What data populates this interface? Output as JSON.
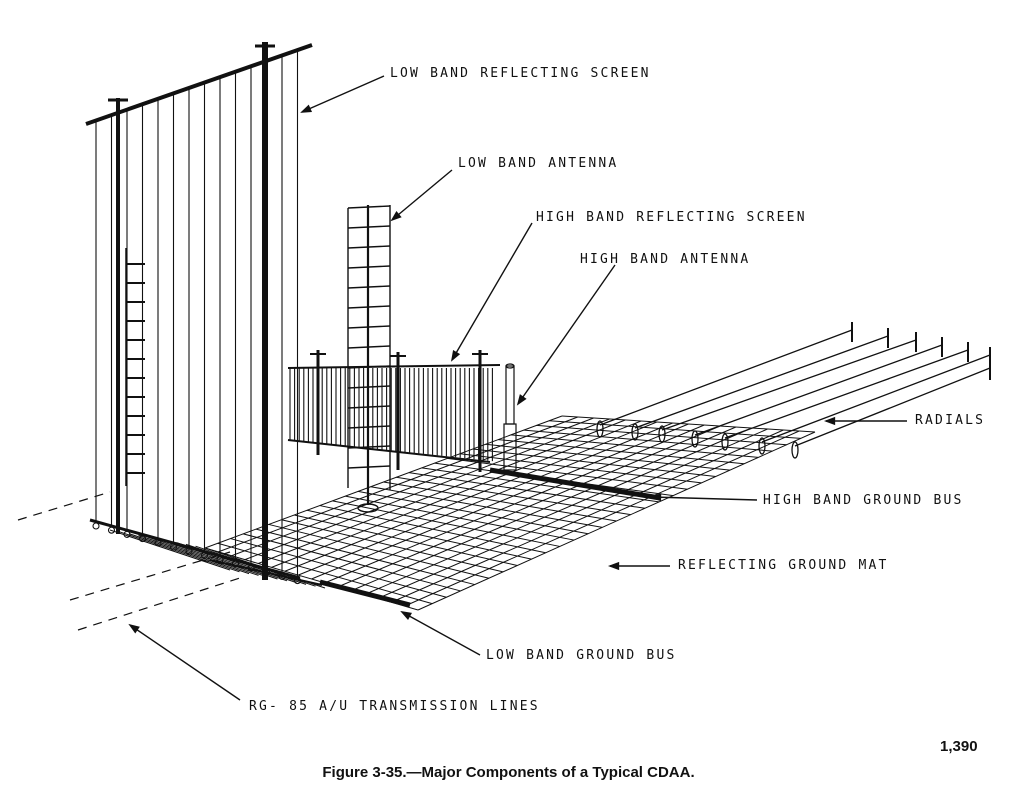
{
  "labels": {
    "low_band_reflecting_screen": "LOW BAND REFLECTING SCREEN",
    "low_band_antenna": "LOW BAND ANTENNA",
    "high_band_reflecting_screen": "HIGH BAND REFLECTING SCREEN",
    "high_band_antenna": "HIGH BAND ANTENNA",
    "radials": "RADIALS",
    "high_band_ground_bus": "HIGH BAND GROUND BUS",
    "reflecting_ground_mat": "REFLECTING GROUND MAT",
    "low_band_ground_bus": "LOW BAND GROUND BUS",
    "transmission_lines": "RG- 85 A/U TRANSMISSION LINES"
  },
  "plate_number": "1,390",
  "caption": "Figure 3-35.—Major Components of a Typical CDAA.",
  "colors": {
    "ink": "#111111",
    "paper": "#ffffff"
  }
}
